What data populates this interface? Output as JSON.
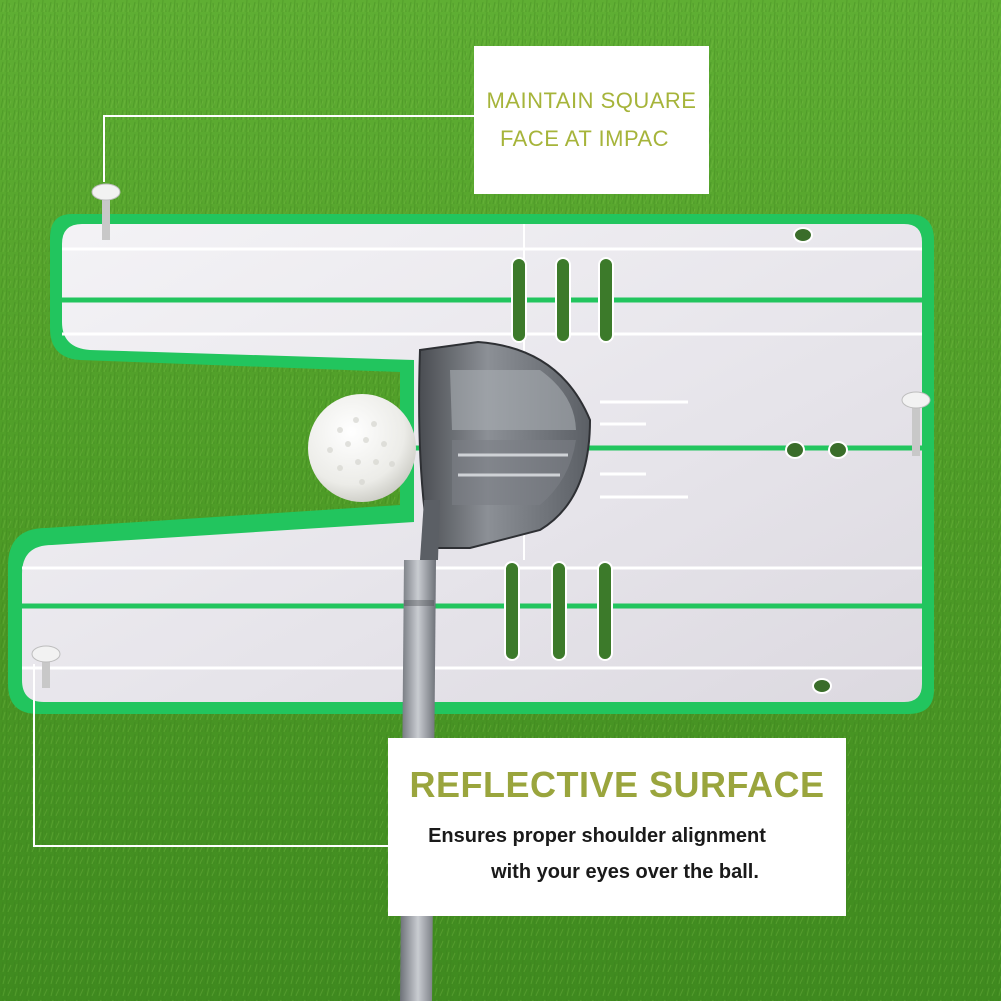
{
  "callouts": {
    "top": {
      "line1": "MAINTAIN SQUARE",
      "line2": "FACE AT IMPAC"
    },
    "bottom": {
      "heading": "REFLECTIVE SURFACE",
      "line1": "Ensures proper shoulder alignment",
      "line2": "with your eyes over the ball."
    }
  },
  "colors": {
    "grass": "#4f9a28",
    "mirror_border": "#22c55e",
    "heading_text": "#9aa53d"
  }
}
